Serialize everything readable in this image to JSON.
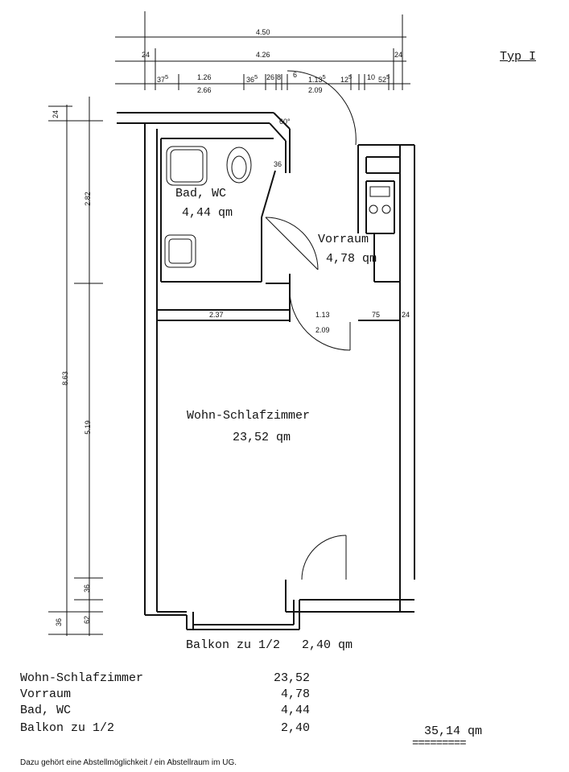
{
  "typ_label": "Typ I",
  "dimensions": {
    "top_total": "4.50",
    "top_inner": "4.26",
    "top_24_left": "24",
    "top_24_right": "24",
    "row3_375": "37",
    "row3_375_sup": "5",
    "row3_126": "1.26",
    "row3_365": "36",
    "row3_365_sup": "5",
    "row3_26": "26",
    "row3_8": "8",
    "row3_6": "6",
    "row3_113": "1.13",
    "row3_113_sup": "5",
    "row3_125": "12",
    "row3_125_sup": "5",
    "row3_10": "10",
    "row3_525": "52",
    "row3_525_sup": "5",
    "row4_266": "2.66",
    "row4_209": "2.09",
    "angle_60": "60°",
    "d_36_bath": "36",
    "left_24": "24",
    "left_282": "2.82",
    "left_863": "8.63",
    "left_519": "5.19",
    "left_36": "36",
    "left_62": "62",
    "left_36b": "36",
    "mid_237": "2.37",
    "mid_113": "1.13",
    "mid_209": "2.09",
    "mid_75": "75",
    "mid_24": "24"
  },
  "rooms": {
    "bad_name": "Bad, WC",
    "bad_area": "4,44 qm",
    "vorraum_name": "Vorraum",
    "vorraum_area": "4,78 qm",
    "wohn_name": "Wohn-Schlafzimmer",
    "wohn_area": "23,52 qm",
    "balkon_label": "Balkon zu 1/2   2,40 qm"
  },
  "summary": {
    "rows": [
      {
        "label": "Wohn-Schlafzimmer",
        "value": "23,52"
      },
      {
        "label": "Vorraum",
        "value": "4,78"
      },
      {
        "label": "Bad, WC",
        "value": "4,44"
      },
      {
        "label": "Balkon zu 1/2",
        "value": "2,40"
      }
    ],
    "total": "35,14 qm",
    "total_underline": "========="
  },
  "footnote": "Dazu gehört eine Abstellmöglichkeit / ein Abstellraum im UG."
}
